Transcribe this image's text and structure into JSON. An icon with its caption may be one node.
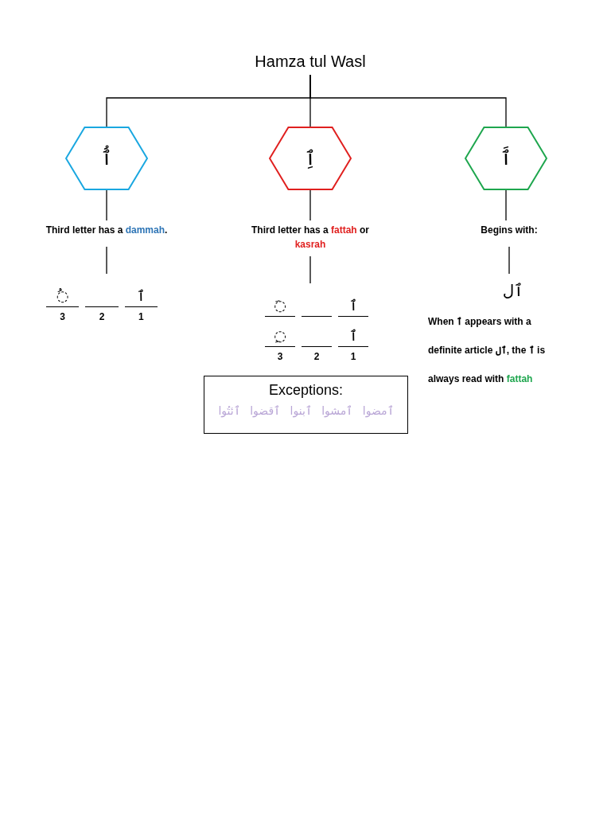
{
  "diagram": {
    "nodes": [
      {
        "text": [
          "Hamza tul Wasl"
        ]
      },
      {
        "text": [
          "ٱُ"
        ]
      },
      {
        "text": [
          "ٱِ"
        ]
      },
      {
        "text": [
          "ٱَ"
        ]
      },
      {
        "text": [
          "Third letter has a **dammah**."
        ]
      },
      {
        "text": [
          "Third letter has a **fattah** or **kasrah**"
        ]
      },
      {
        "text": [
          "Begins with:"
        ]
      },
      {
        "text": [
          "◌ُ",
          "ٱ",
          "3",
          "2",
          "1"
        ]
      },
      {
        "text": [
          "◌َ",
          "ٱ",
          "◌ِ",
          "ٱ",
          "3",
          "2",
          "1"
        ]
      },
      {
        "text": [
          "ٱل"
        ]
      },
      {
        "text": [
          "Exceptions:",
          "ٱمضوا ٱمشوا ٱبنوا ٱقضوا ٱئتُوا"
        ]
      }
    ],
    "edges": [
      {
        "from": 0,
        "to": 1,
        "arrow": "none"
      },
      {
        "from": 0,
        "to": 2,
        "arrow": "none"
      },
      {
        "from": 0,
        "to": 3,
        "arrow": "none"
      },
      {
        "from": 1,
        "to": 4,
        "arrow": "none"
      },
      {
        "from": 2,
        "to": 5,
        "arrow": "none"
      },
      {
        "from": 3,
        "to": 6,
        "arrow": "none"
      },
      {
        "from": 4,
        "to": 7,
        "arrow": "none"
      },
      {
        "from": 5,
        "to": 8,
        "arrow": "none"
      },
      {
        "from": 6,
        "to": 9,
        "arrow": "none"
      }
    ],
    "labels": [
      "When ٱ appears with a definite article ٱل, the ٱ is always read with **fattah**"
    ]
  }
}
